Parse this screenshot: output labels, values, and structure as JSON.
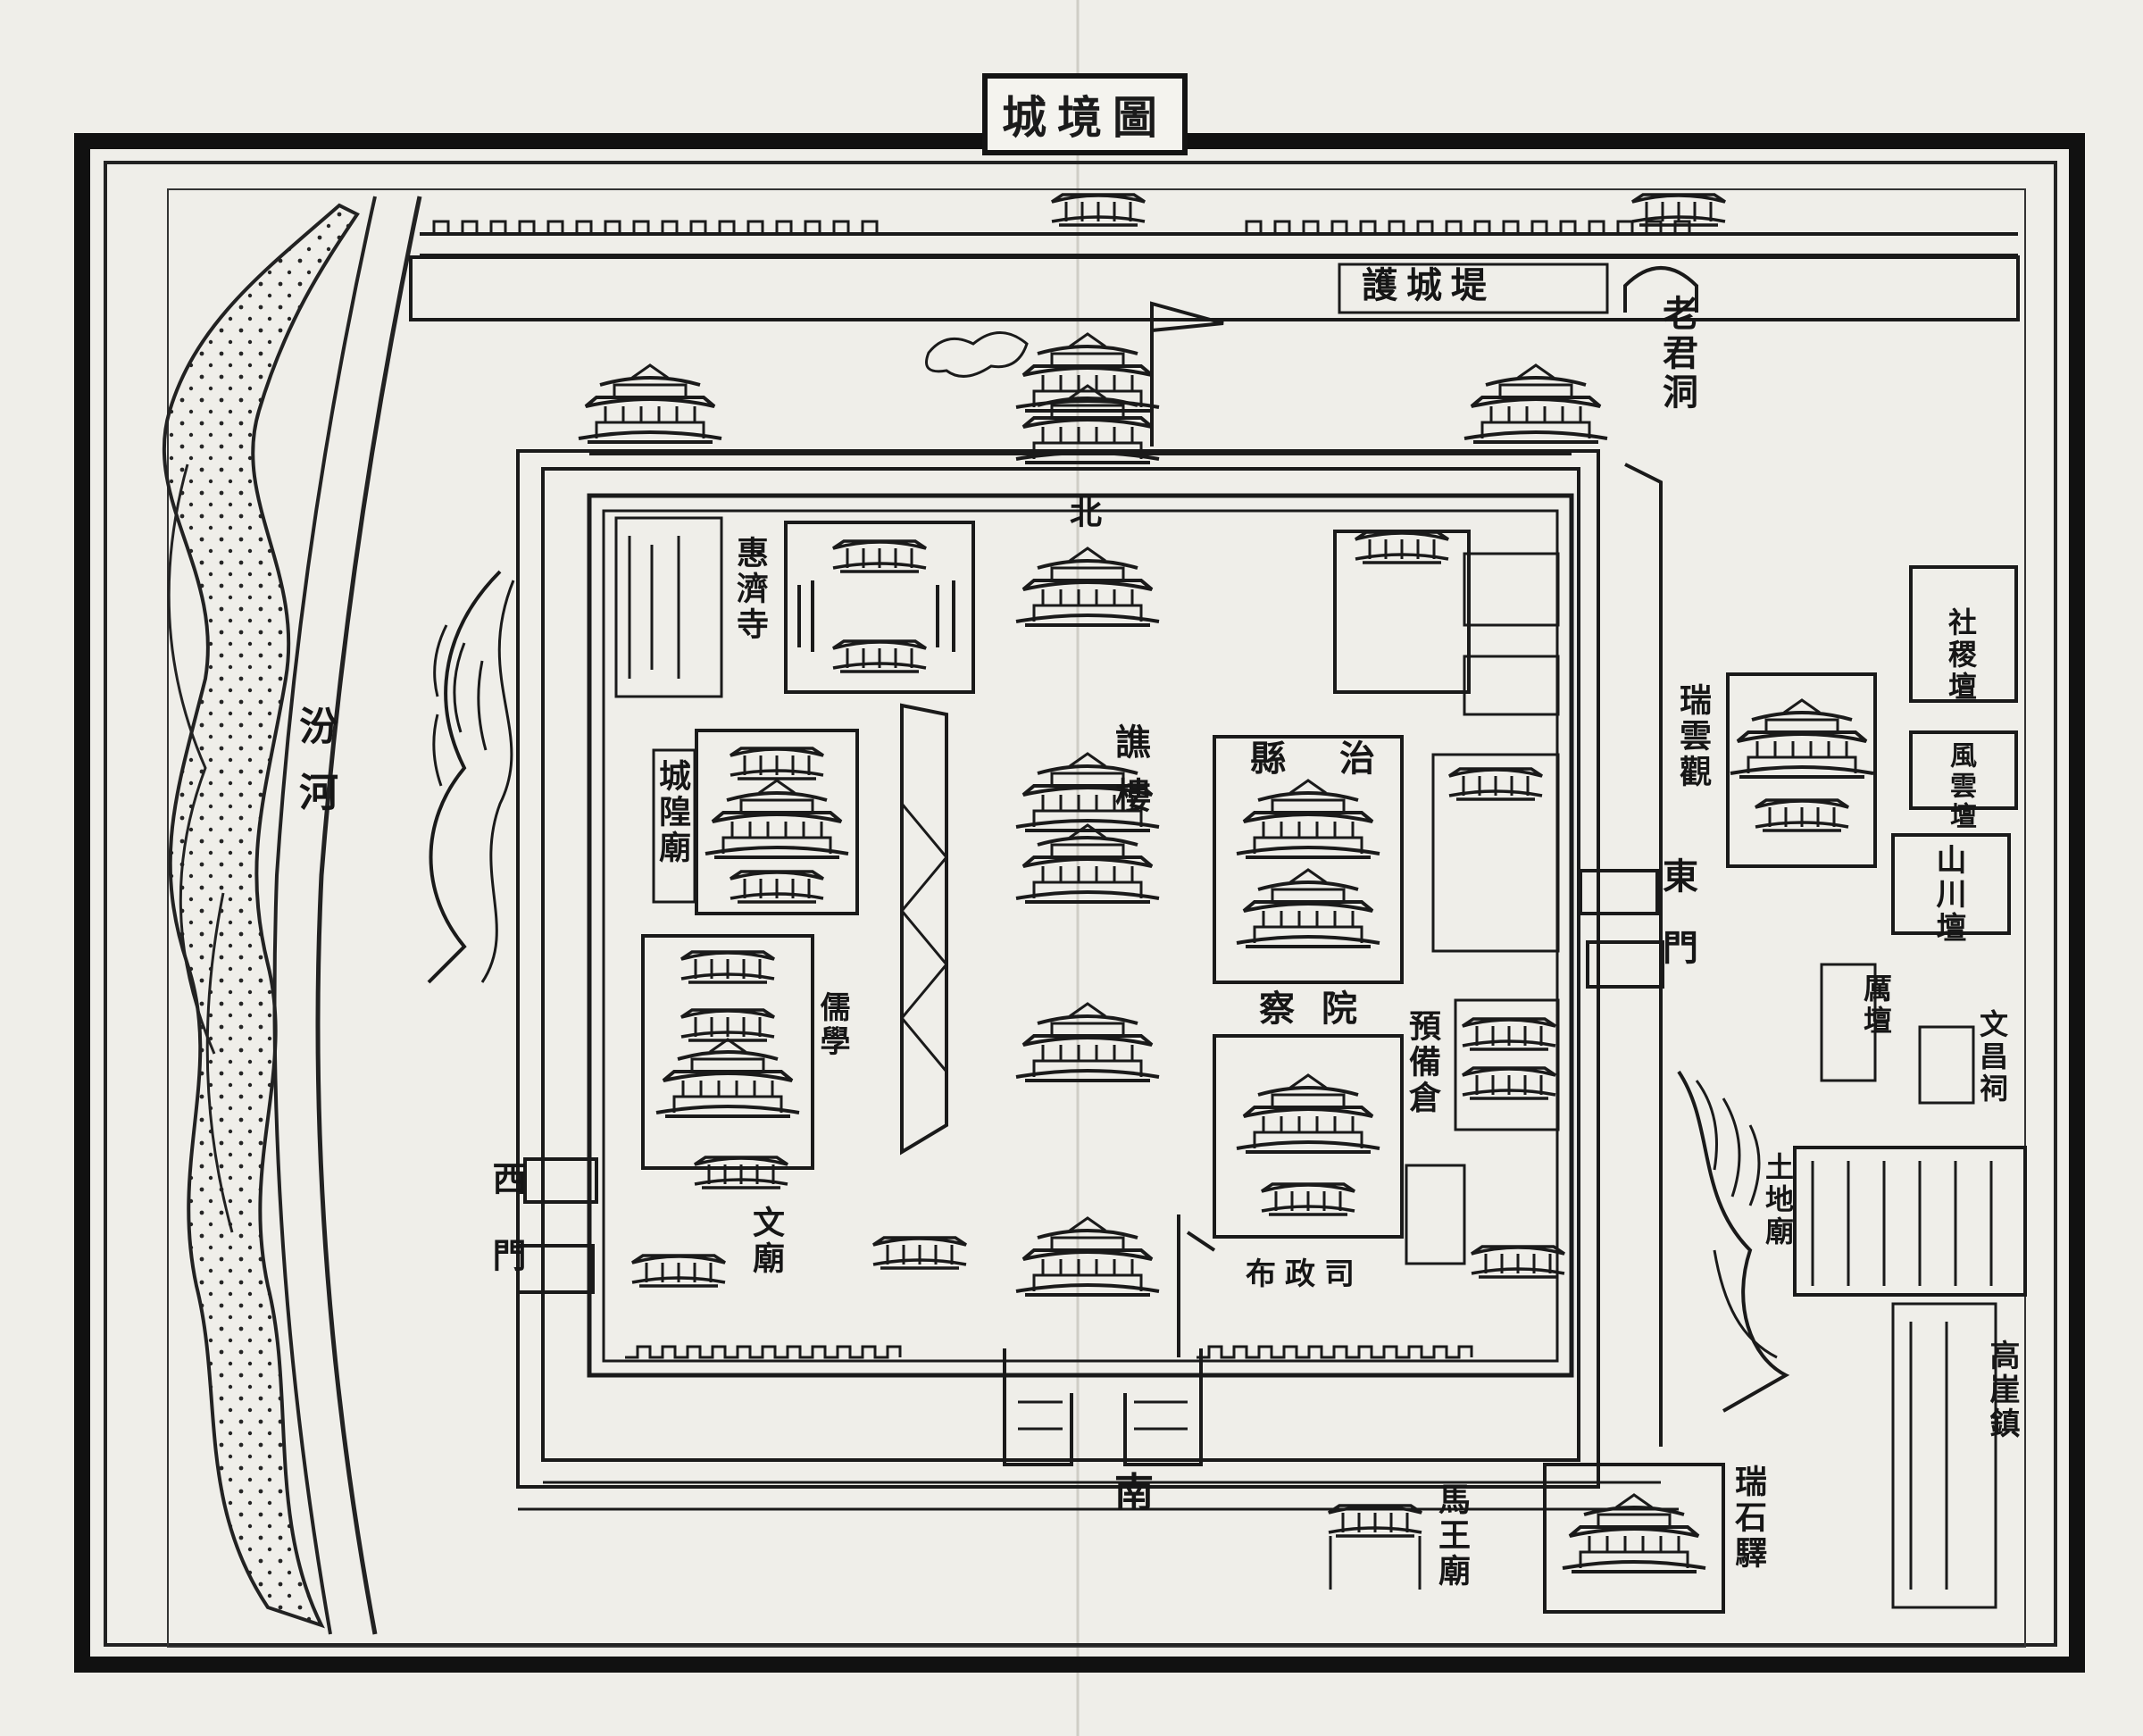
{
  "title": "城境圖",
  "labels": {
    "embankment": "護城堤",
    "north_gate": "北",
    "south_gate": "南",
    "east_gate": "東門",
    "west_gate": "西門",
    "fen_river": "汾河",
    "old_tower": "老君洞",
    "huiji_temple": "惠濟寺",
    "city_god_temple": "城隍廟",
    "confucian_hall": "儒學",
    "wen_temple": "文廟",
    "drum_tower": "譙樓",
    "county_office": "縣治",
    "censorate": "察院",
    "granary": "預備倉",
    "admin_office": "布政司",
    "ruiyun_temple": "瑞雲觀",
    "sheji_altar": "社稷壇",
    "wind_altar": "風雲壇",
    "mountain_altar": "山川壇",
    "ancestor_shrine": "厲壇",
    "wenchang_shrine": "文昌祠",
    "earth_temple": "土地廟",
    "gaoya_town": "高崖鎮",
    "mawang_temple": "馬王廟",
    "post_station": "瑞石驛"
  }
}
